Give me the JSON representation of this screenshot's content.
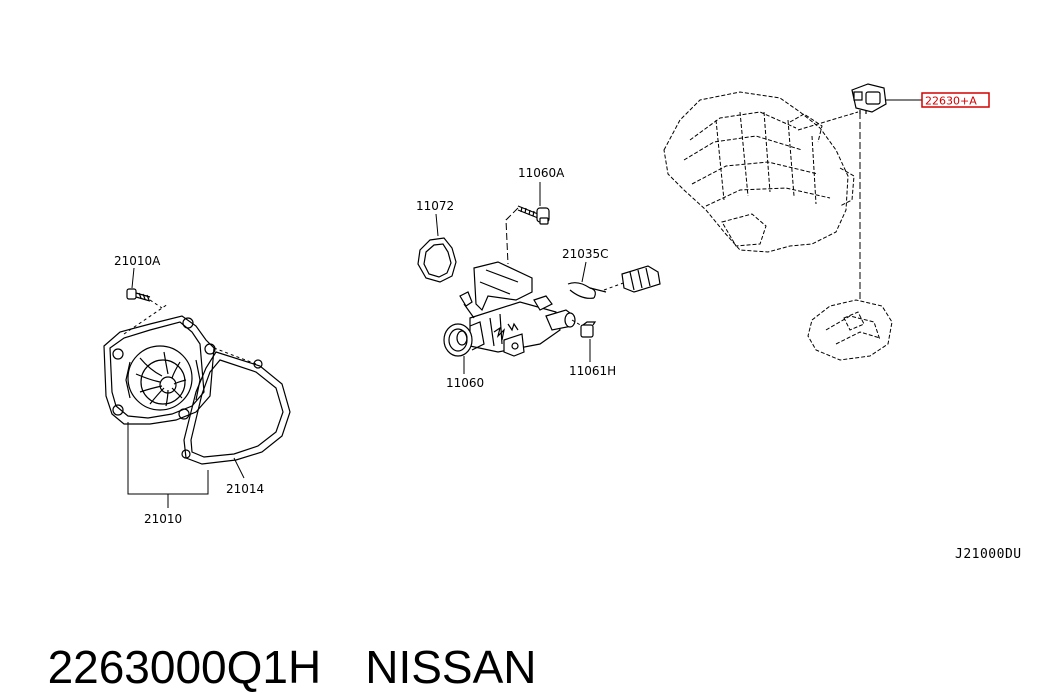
{
  "labels": {
    "p21010A": "21010A",
    "p21010": "21010",
    "p21014": "21014",
    "p11072": "11072",
    "p11060A": "11060A",
    "p21035C": "21035C",
    "p11060": "11060",
    "p11061H": "11061H",
    "p22630A": "22630+A"
  },
  "diagram_code": "J21000DU",
  "caption": {
    "part_number": "2263000Q1H",
    "brand": "NISSAN"
  },
  "colors": {
    "highlight": "#d40000",
    "line": "#000000",
    "background": "#ffffff"
  }
}
